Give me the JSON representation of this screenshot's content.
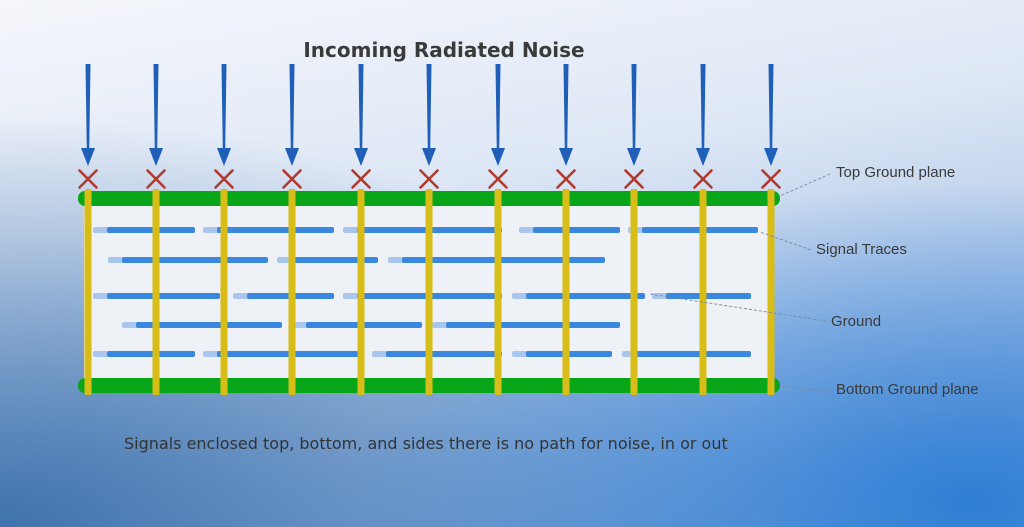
{
  "title": "Incoming Radiated Noise",
  "labels": {
    "top_ground_plane": "Top Ground plane",
    "signal_traces": "Signal Traces",
    "ground": "Ground",
    "bottom_ground_plane": "Bottom Ground plane"
  },
  "caption": "Signals enclosed top, bottom, and sides there is no path for noise, in or out",
  "colors": {
    "arrow": "#1f5fb8",
    "blocked_mark": "#b03a2e",
    "ground_plane": "#0aa61a",
    "via": "#d8bd18",
    "trace": "#3a87e0",
    "trace_stub": "#a9c7ee",
    "board_fill": "#eef1f5",
    "leader_line": "#7a8a9a"
  },
  "icons": {
    "arrow": "down-arrow-icon",
    "blocked": "x-mark-icon"
  }
}
